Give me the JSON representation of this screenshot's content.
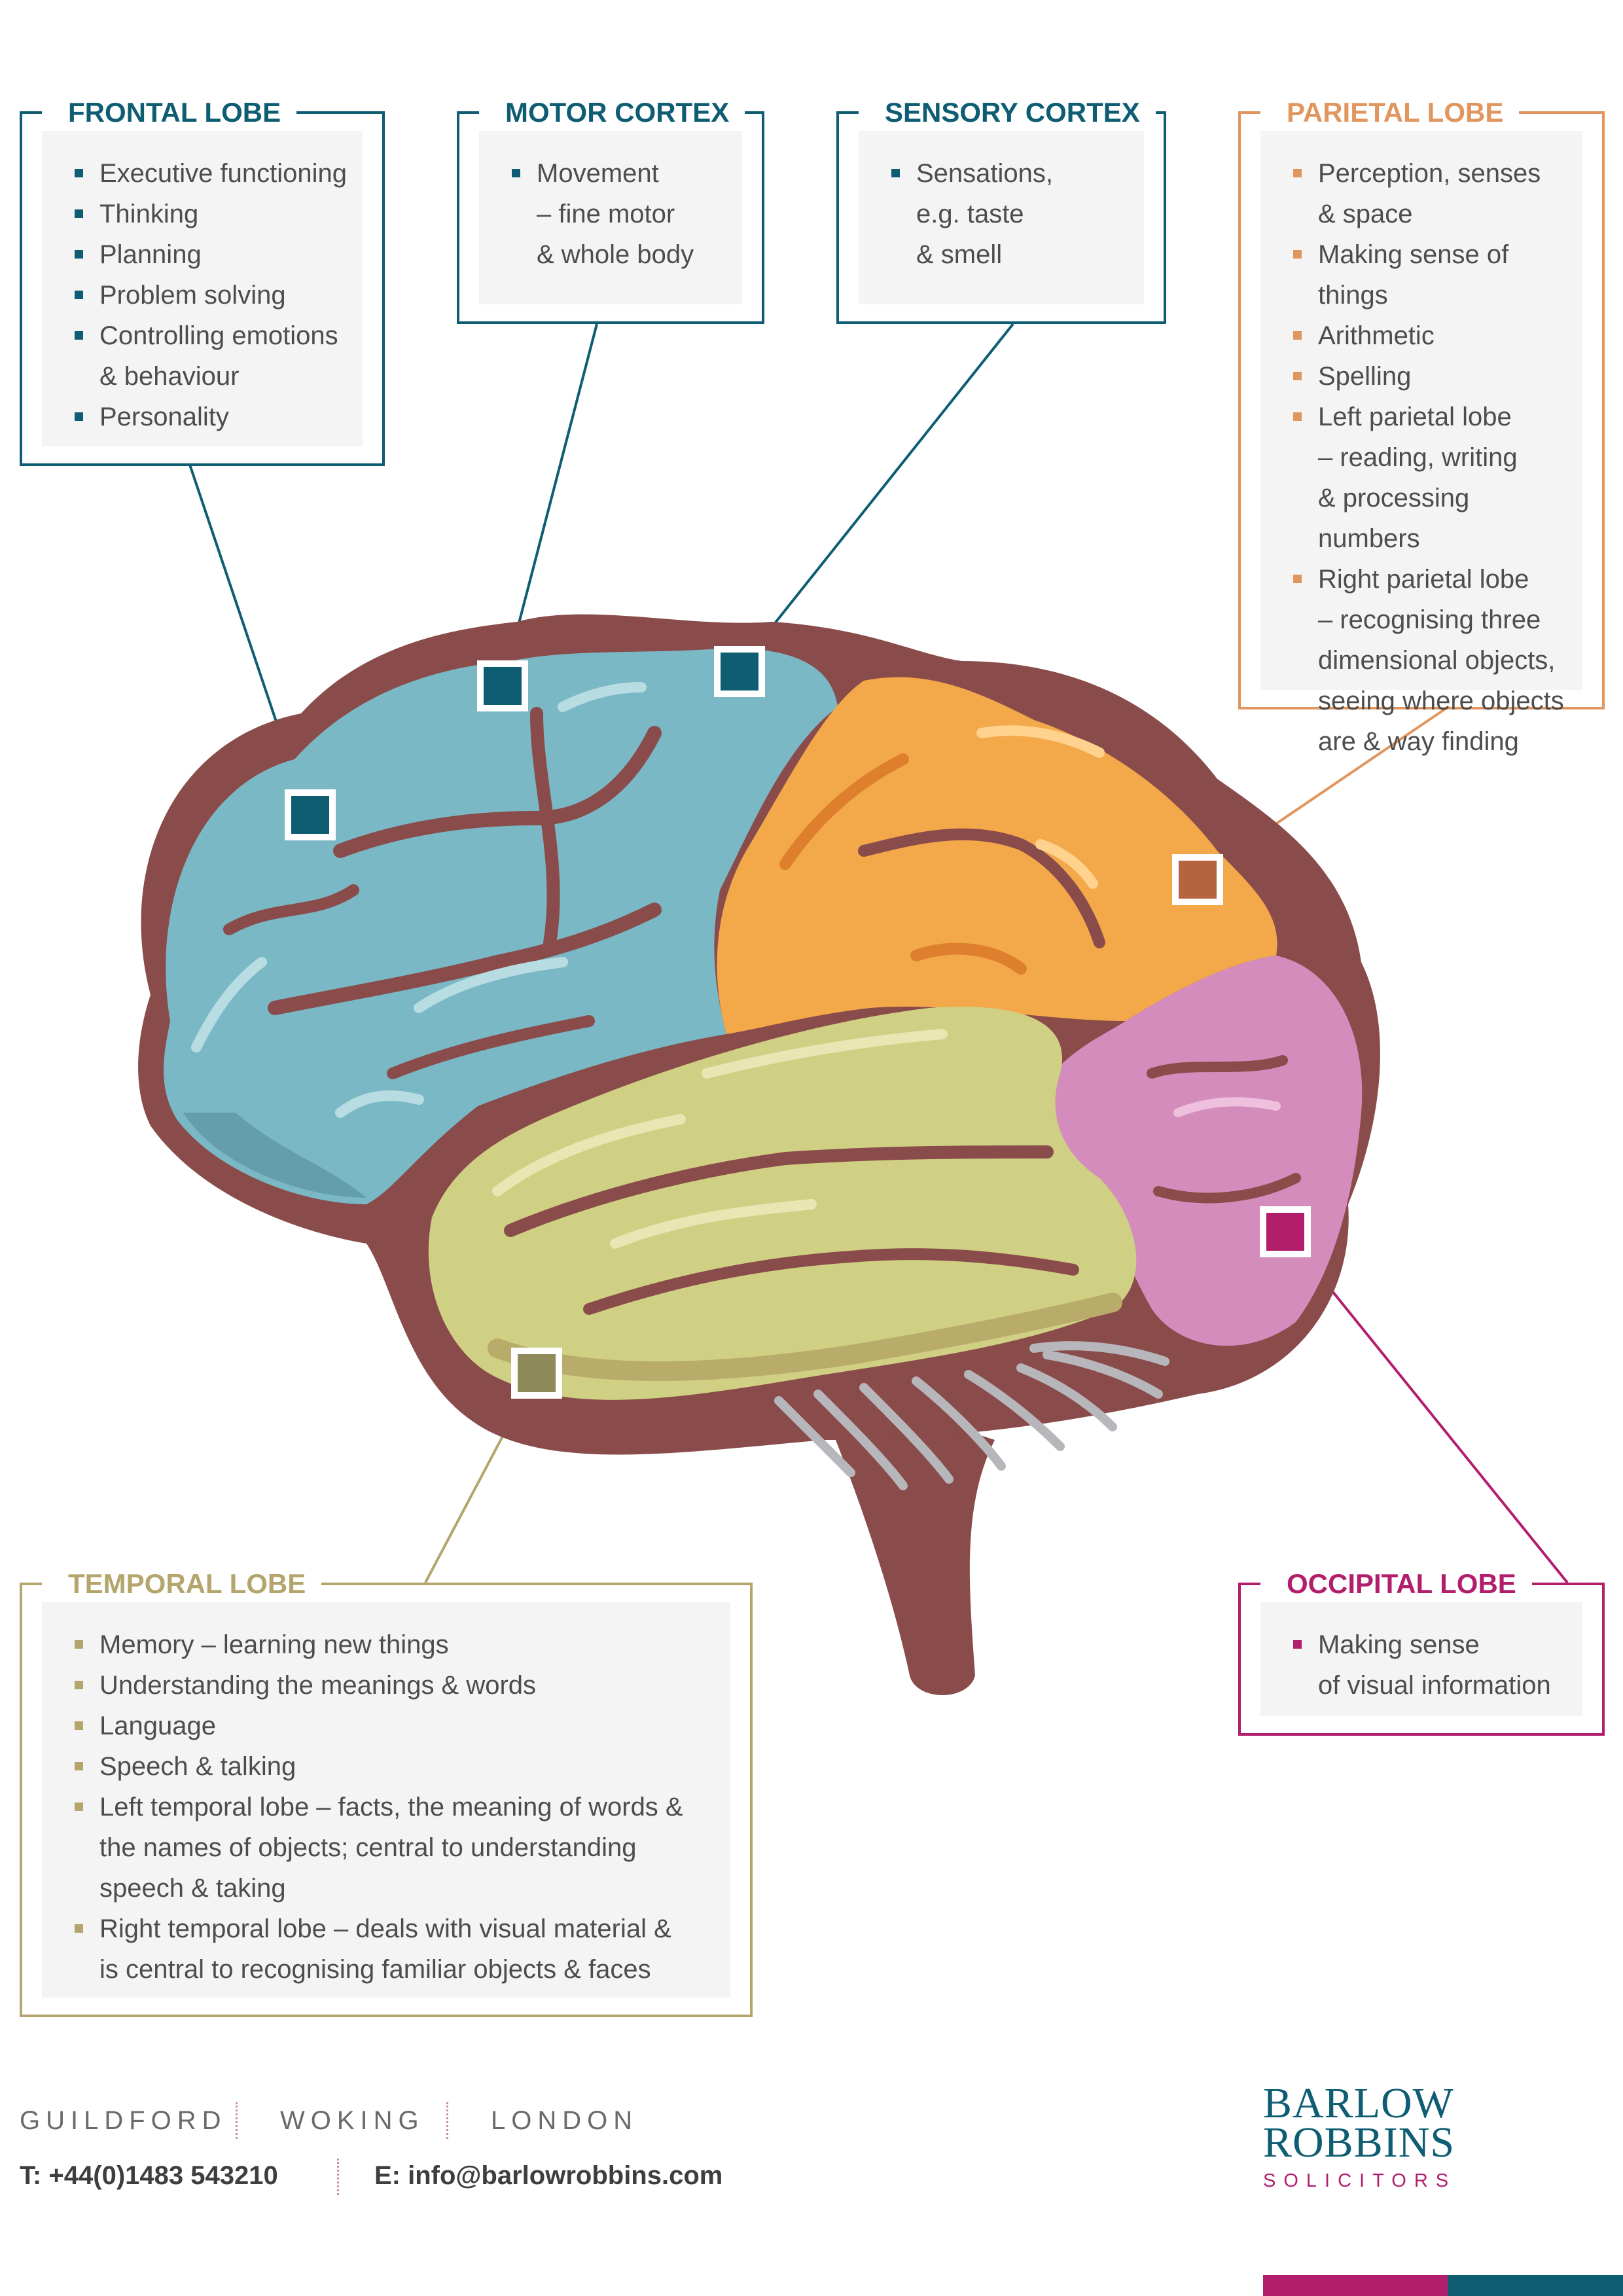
{
  "regions": {
    "frontal": {
      "title": "FRONTAL LOBE",
      "items": [
        "Executive functioning",
        "Thinking",
        "Planning",
        "Problem solving",
        "Controlling emotions\n & behaviour",
        "Personality"
      ]
    },
    "motor": {
      "title": "MOTOR CORTEX",
      "items": [
        "Movement\n – fine motor\n & whole body"
      ]
    },
    "sensory": {
      "title": "SENSORY CORTEX",
      "items": [
        "Sensations,\n e.g. taste\n & smell"
      ]
    },
    "parietal": {
      "title": "PARIETAL LOBE",
      "items": [
        "Perception, senses\n & space",
        "Making sense of things",
        "Arithmetic",
        "Spelling",
        "Left parietal lobe\n – reading, writing\n & processing numbers",
        "Right parietal lobe\n – recognising three\n dimensional objects,\n seeing where objects\n are & way finding"
      ]
    },
    "temporal": {
      "title": "TEMPORAL LOBE",
      "items": [
        "Memory – learning new things",
        "Understanding the meanings & words",
        "Language",
        "Speech & talking",
        "Left temporal lobe – facts, the meaning of words &\n the names of objects; central to understanding\n speech & taking",
        "Right temporal lobe – deals with visual material &\n is central to recognising familiar objects & faces"
      ]
    },
    "occipital": {
      "title": "OCCIPITAL LOBE",
      "items": [
        "Making sense\n of visual information"
      ]
    }
  },
  "colors": {
    "teal": "#0e5d72",
    "frontal_fill": "#7ab8c5",
    "parietal_fill": "#f3a84a",
    "temporal_fill": "#cfd083",
    "occipital_fill": "#d38cbb",
    "outline": "#8a4b4b",
    "parietal_marker": "#b5643f",
    "temporal_marker": "#8f8a5a",
    "occipital_marker": "#b21e6c",
    "magenta": "#b21e6c"
  },
  "footer": {
    "cities": [
      "GUILDFORD",
      "WOKING",
      "LONDON"
    ],
    "phone": "T: +44(0)1483 543210",
    "email": "E: info@barlowrobbins.com"
  },
  "logo": {
    "line1": "BARLOW",
    "line2": "ROBBINS",
    "sub": "SOLICITORS"
  }
}
